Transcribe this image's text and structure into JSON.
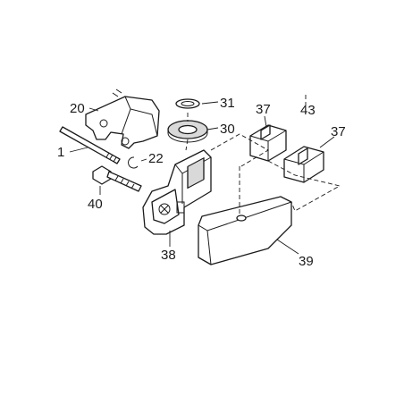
{
  "diagram": {
    "callouts": {
      "c1": "1",
      "c20": "20",
      "c22": "22",
      "c31": "31",
      "c30": "30",
      "c37a": "37",
      "c37b": "37",
      "c43": "43",
      "c40": "40",
      "c38": "38",
      "c39": "39"
    }
  }
}
